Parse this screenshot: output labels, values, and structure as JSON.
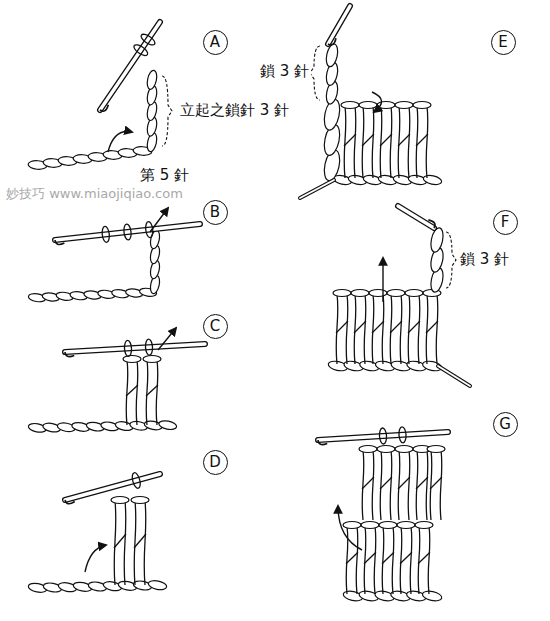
{
  "diagram": {
    "nodes": [
      {
        "text": [
          "A"
        ]
      },
      {
        "text": [
          "B"
        ]
      },
      {
        "text": [
          "C"
        ]
      },
      {
        "text": [
          "D"
        ]
      },
      {
        "text": [
          "E"
        ]
      },
      {
        "text": [
          "F"
        ]
      },
      {
        "text": [
          "G"
        ]
      }
    ],
    "labels": [
      "立起之鎖針 3 針",
      "第 5 針",
      "鎖 3 針",
      "鎖 3 針",
      "妙技巧 www.miaojiqiao.com"
    ]
  }
}
